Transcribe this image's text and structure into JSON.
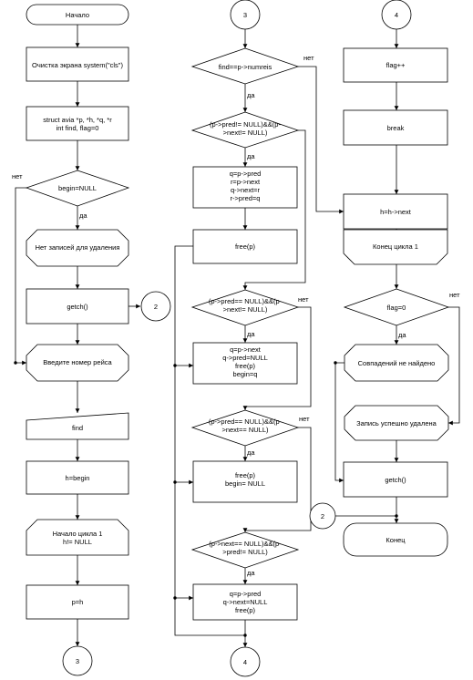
{
  "col1": {
    "start": "Начало",
    "clear_screen": "Очистка экрана system(\"cls\")",
    "declare": [
      "struct avia *p, *h, *q, *r",
      "int find, flag=0"
    ],
    "cond_begin_null": "begin=NULL",
    "no_records": "Нет записей для удаления",
    "getch1": "getch()",
    "enter_number": "Введите номер рейса",
    "input_find": "find",
    "assign_h": "h=begin",
    "loop_start": [
      "Начало цикла 1",
      "h!= NULL"
    ],
    "assign_p": "p=h",
    "connector_3": "3"
  },
  "col2": {
    "connector_3": "3",
    "cond_find": "find==p->numreis",
    "cond_middle": [
      "(p->pred!= NULL)&&(p-",
      ">next!= NULL)"
    ],
    "relink_middle": [
      "q=p->pred",
      "r=p->next",
      "q->next=r",
      "r->pred=q"
    ],
    "free1": "free(p)",
    "cond_first": [
      "(p->pred== NULL)&&(p-",
      ">next!= NULL)"
    ],
    "relink_first": [
      "q=p->next",
      "q->pred=NULL",
      "free(p)",
      "begin=q"
    ],
    "cond_single": [
      "(p->pred== NULL)&&(p-",
      ">next== NULL)"
    ],
    "free_single": [
      "free(p)",
      "begin= NULL"
    ],
    "cond_last": [
      "(p->next== NULL)&&(p-",
      ">pred!= NULL)"
    ],
    "relink_last": [
      "q=p->pred",
      "q->next=NULL",
      "free(p)"
    ],
    "connector_4": "4"
  },
  "col3": {
    "connector_4": "4",
    "flag_inc": "flag++",
    "break": "break",
    "next": "h=h->next",
    "loop_end": "Конец цикла 1",
    "cond_flag": "flag=0",
    "not_found": "Совпадений не найдено",
    "deleted": "Запись успешно удалена",
    "getch2": "getch()",
    "connector_2": "2",
    "end": "Конец"
  },
  "connector_2_col1": "2",
  "labels": {
    "yes": "да",
    "no": "нет"
  }
}
